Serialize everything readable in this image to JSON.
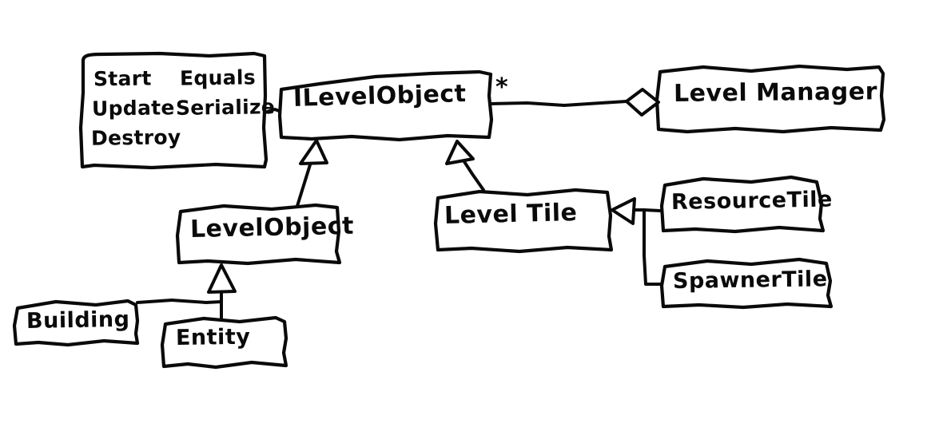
{
  "diagram": {
    "title": "Level system UML class diagram",
    "style": "hand-drawn sketch",
    "stroke_color": "#0a0a0a",
    "background_color": "#ffffff"
  },
  "nodes": {
    "methods_box": {
      "name": "methods-note",
      "lines": [
        {
          "left": "Start",
          "right": "Equals"
        },
        {
          "left": "Update",
          "right": "Serialize"
        },
        {
          "left": "Destroy",
          "right": ""
        }
      ]
    },
    "ilevelobject": {
      "label": "ILevelObject",
      "multiplicity": "*"
    },
    "levelmanager": {
      "label": "Level Manager"
    },
    "levelobject": {
      "label": "LevelObject"
    },
    "leveltile": {
      "label": "Level Tile"
    },
    "resourcetile": {
      "label": "ResourceTile"
    },
    "spawnertile": {
      "label": "SpawnerTile"
    },
    "building": {
      "label": "Building"
    },
    "entity": {
      "label": "Entity"
    }
  },
  "edges": [
    {
      "name": "methods-to-ilevelobject",
      "from": "methods_box",
      "to": "ilevelobject",
      "type": "note-link"
    },
    {
      "name": "ilevelobject-to-levelmanager",
      "from": "ilevelobject",
      "to": "levelmanager",
      "type": "aggregation",
      "multiplicity": "*"
    },
    {
      "name": "levelobject-implements-ilevelobject",
      "from": "levelobject",
      "to": "ilevelobject",
      "type": "generalization"
    },
    {
      "name": "leveltile-implements-ilevelobject",
      "from": "leveltile",
      "to": "ilevelobject",
      "type": "generalization"
    },
    {
      "name": "resourcetile-extends-leveltile",
      "from": "resourcetile",
      "to": "leveltile",
      "type": "generalization"
    },
    {
      "name": "spawnertile-extends-leveltile",
      "from": "spawnertile",
      "to": "leveltile",
      "type": "generalization"
    },
    {
      "name": "entity-extends-levelobject",
      "from": "entity",
      "to": "levelobject",
      "type": "generalization"
    },
    {
      "name": "building-extends-levelobject",
      "from": "building",
      "to": "levelobject",
      "type": "generalization"
    }
  ]
}
